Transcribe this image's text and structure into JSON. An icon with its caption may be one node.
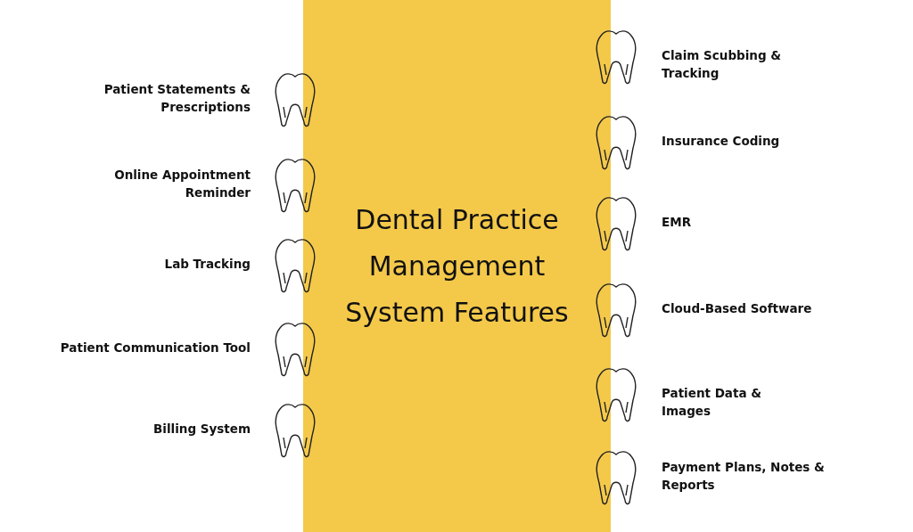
{
  "diagram": {
    "nodes": [
      {
        "text": [
          "Dental Practice Management System Features"
        ]
      }
    ],
    "labels": [
      "Patient Statements & Prescriptions",
      "Online Appointment Reminder",
      "Lab Tracking",
      "Patient Communication Tool",
      "Billing System",
      "Claim Scubbing & Tracking",
      "Insurance Coding",
      "EMR",
      "Cloud-Based Software",
      "Patient Data & Images",
      "Payment Plans, Notes & Reports"
    ]
  }
}
